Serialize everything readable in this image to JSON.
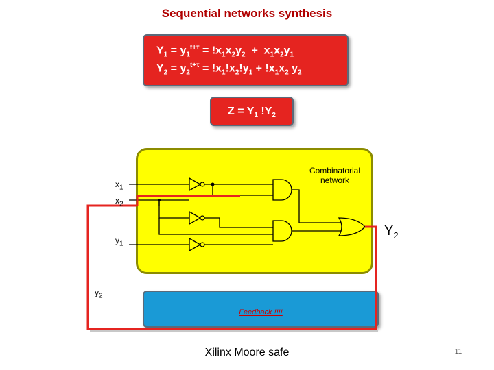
{
  "title": "Sequential networks synthesis",
  "equations": {
    "y1": {
      "lhs": "Y",
      "lhs_sub": "1",
      "eq1": " = y",
      "eq1_sub": "1",
      "eq1_sup": "t+τ",
      "rest": " = !x",
      "r_sub1": "1",
      "r_x2": "x",
      "r_sub2": "2",
      "r_y2": "y",
      "r_sub3": "2",
      "plus": "  +  x",
      "p_sub1": "1",
      "p_x2": "x",
      "p_sub2": "2",
      "p_y1": "y",
      "p_sub3": "1"
    },
    "y2": {
      "lhs": "Y",
      "lhs_sub": "2",
      "eq1": " = y",
      "eq1_sub": "2",
      "eq1_sup": "t+τ",
      "rest": " = !x",
      "r_sub1": "1",
      "r_x2": "!x",
      "r_sub2": "2",
      "r_y1": "!y",
      "r_sub3": "1",
      "plus": " + !x",
      "p_sub1": "1",
      "p_x2": "x",
      "p_sub2": "2",
      "p_y2": " y",
      "p_sub3": "2"
    }
  },
  "output_eq": {
    "lhs": "Z = Y",
    "sub1": "1",
    "mid": " !Y",
    "sub2": "2"
  },
  "labels": {
    "x1": "x",
    "x1_sub": "1",
    "x2": "x",
    "x2_sub": "2",
    "y1": "y",
    "y1_sub": "1",
    "y2": "y",
    "y2_sub": "2",
    "Y2": "Y",
    "Y2_sub": "2",
    "combinatorial_line1": "Combinatorial",
    "combinatorial_line2": "network"
  },
  "feedback": "Feedback !!!!",
  "footer_text": "Xilinx Moore safe",
  "page_number": "11",
  "colors": {
    "title": "#b00000",
    "eq_box": "#e52420",
    "network": "#ffff00",
    "feedback_box": "#1a9ad6",
    "feedback_wire": "#e52420"
  }
}
